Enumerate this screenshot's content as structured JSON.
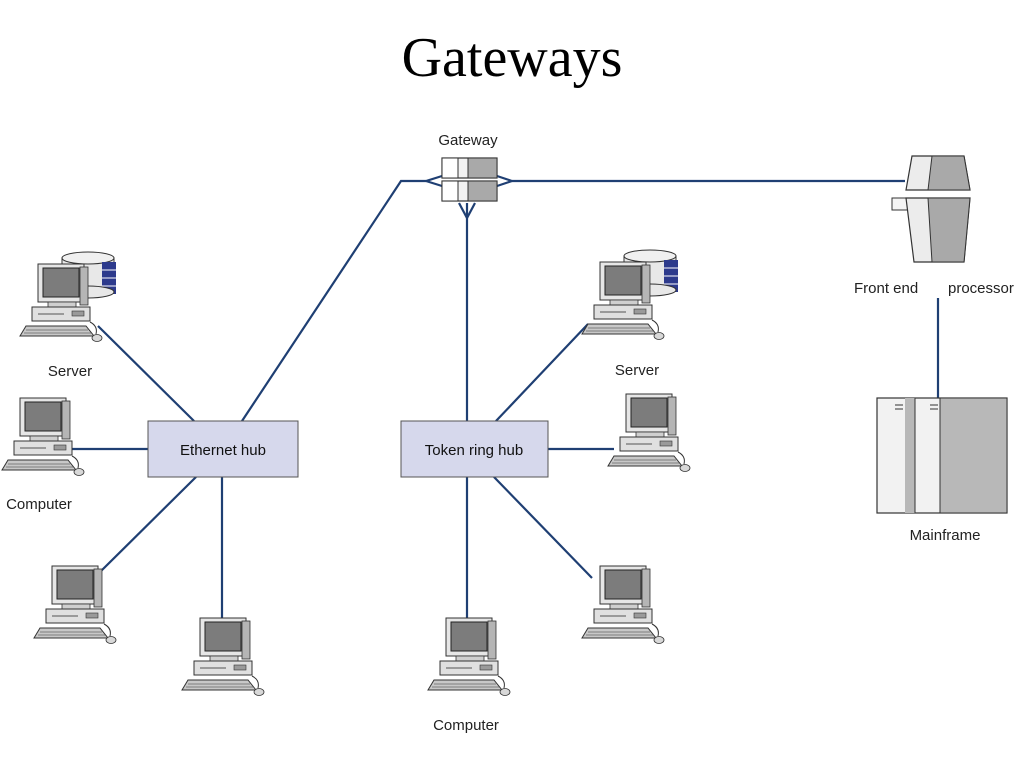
{
  "title": "Gateways",
  "labels": {
    "gateway": "Gateway",
    "front_end": "Front end",
    "processor": "processor",
    "mainframe": "Mainframe",
    "ethernet_hub": "Ethernet hub",
    "token_ring_hub": "Token ring hub",
    "server_left": "Server",
    "computer_left": "Computer",
    "server_right": "Server",
    "computer_bottom": "Computer"
  },
  "colors": {
    "link": "#1f3f73",
    "hub_fill": "#d6d8ec",
    "monitor_screen": "#7c7c7c",
    "device_light": "#e6e6e6",
    "device_mid": "#a9a9a9",
    "disk": "#2d3a8c"
  },
  "icons": [
    "server-icon",
    "computer-icon",
    "gateway-icon",
    "front-end-processor-icon",
    "mainframe-icon"
  ]
}
